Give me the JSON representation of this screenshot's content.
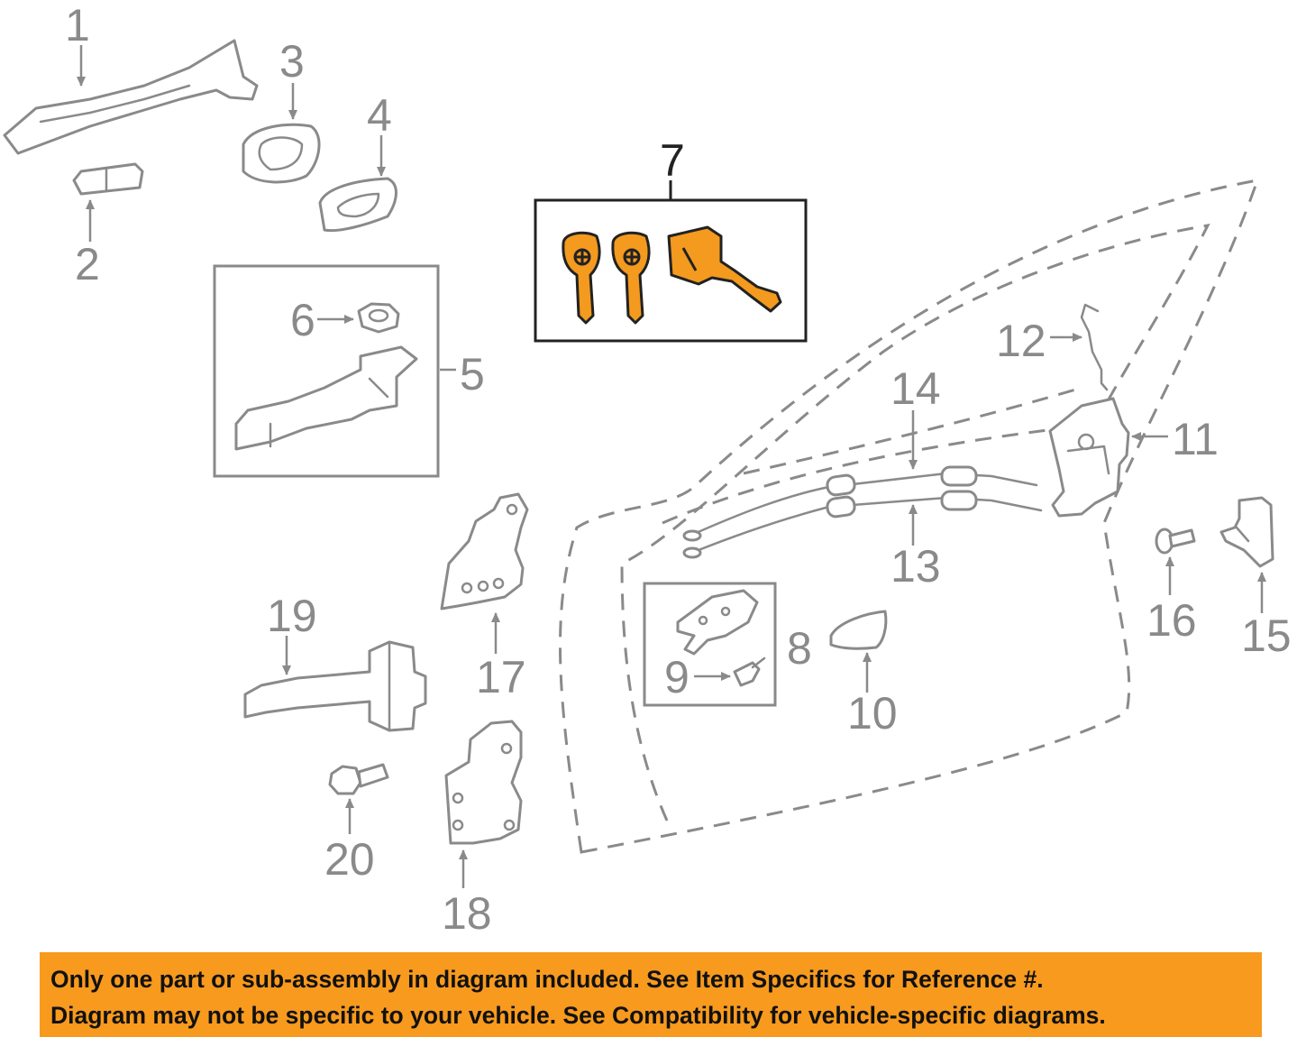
{
  "diagram": {
    "callouts": {
      "c1": "1",
      "c2": "2",
      "c3": "3",
      "c4": "4",
      "c5": "5",
      "c6": "6",
      "c7": "7",
      "c8": "8",
      "c9": "9",
      "c10": "10",
      "c11": "11",
      "c12": "12",
      "c13": "13",
      "c14": "14",
      "c15": "15",
      "c16": "16",
      "c17": "17",
      "c18": "18",
      "c19": "19",
      "c20": "20"
    },
    "highlight_color": "#f39a1f",
    "highlighted_callout": "7"
  },
  "notice": {
    "line1": "Only one part or sub-assembly in diagram included. See Item Specifics for Reference #.",
    "line2": "Diagram may not be specific to your vehicle. See Compatibility for vehicle-specific diagrams.",
    "background": "#f79a1e"
  }
}
